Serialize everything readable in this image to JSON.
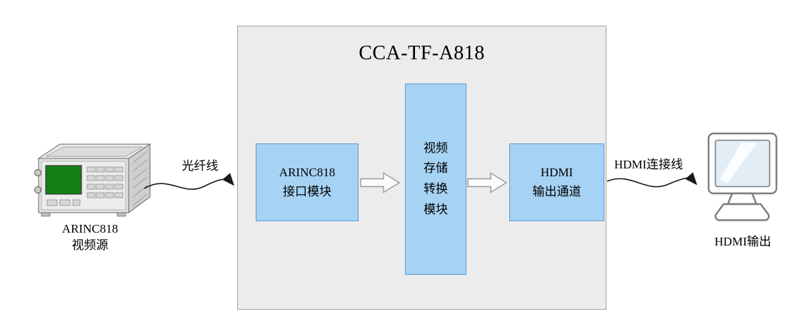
{
  "main_box": {
    "title": "CCA-TF-A818",
    "modules": [
      {
        "lines": [
          "ARINC818",
          "接口模块"
        ]
      },
      {
        "lines": [
          "视频",
          "存储",
          "转换",
          "模块"
        ]
      },
      {
        "lines": [
          "HDMI",
          "输出通道"
        ]
      }
    ]
  },
  "source": {
    "label_lines": [
      "ARINC818",
      "视频源"
    ]
  },
  "connections": {
    "fiber_label": "光纤线",
    "hdmi_label": "HDMI连接线"
  },
  "output": {
    "label": "HDMI输出"
  },
  "icons": {
    "source_device": "arinc818-test-equipment-icon",
    "output_display": "monitor-icon"
  },
  "colors": {
    "module_fill": "#a6d2f3",
    "module_border": "#5b9bd5",
    "main_box_fill": "#ececec",
    "main_box_border": "#a3a3a3",
    "device_screen_green": "#157f15",
    "arrow_outline": "#9a9a9a",
    "line_black": "#1a1a1a"
  }
}
